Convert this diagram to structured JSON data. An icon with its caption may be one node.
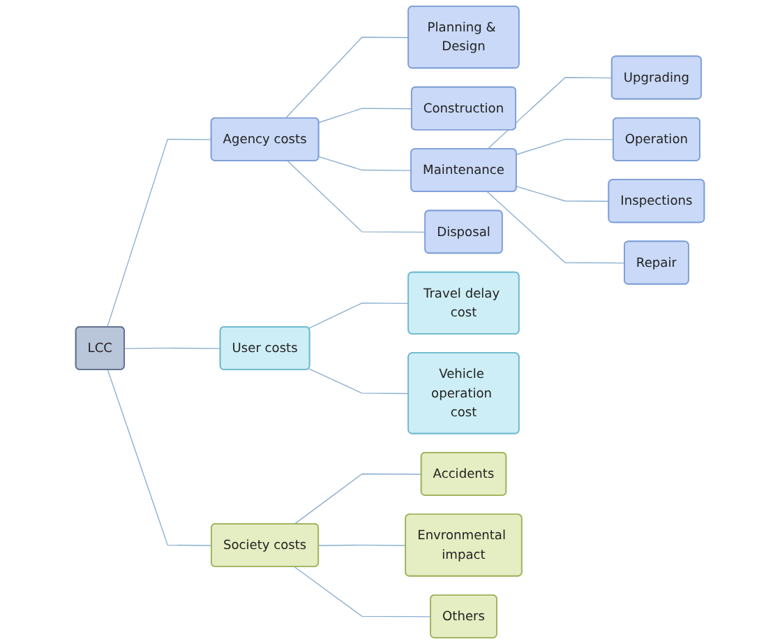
{
  "diagram": {
    "nodes": [
      {
        "text": [
          "LCC"
        ]
      },
      {
        "text": [
          "Agency costs"
        ]
      },
      {
        "text": [
          "User costs"
        ]
      },
      {
        "text": [
          "Society costs"
        ]
      },
      {
        "text": [
          "Planning & Design"
        ]
      },
      {
        "text": [
          "Construction"
        ]
      },
      {
        "text": [
          "Maintenance"
        ]
      },
      {
        "text": [
          "Disposal"
        ]
      },
      {
        "text": [
          "Upgrading"
        ]
      },
      {
        "text": [
          "Operation"
        ]
      },
      {
        "text": [
          "Inspections"
        ]
      },
      {
        "text": [
          "Repair"
        ]
      },
      {
        "text": [
          "Travel delay cost"
        ]
      },
      {
        "text": [
          "Vehicle operation cost"
        ]
      },
      {
        "text": [
          "Accidents"
        ]
      },
      {
        "text": [
          "Envronmental impact"
        ]
      },
      {
        "text": [
          "Others"
        ]
      }
    ],
    "edges": [
      {
        "from": 0,
        "to": 1,
        "arrow": "none"
      },
      {
        "from": 0,
        "to": 2,
        "arrow": "none"
      },
      {
        "from": 0,
        "to": 3,
        "arrow": "none"
      },
      {
        "from": 1,
        "to": 4,
        "arrow": "none"
      },
      {
        "from": 1,
        "to": 5,
        "arrow": "none"
      },
      {
        "from": 1,
        "to": 6,
        "arrow": "none"
      },
      {
        "from": 1,
        "to": 7,
        "arrow": "none"
      },
      {
        "from": 6,
        "to": 8,
        "arrow": "none"
      },
      {
        "from": 6,
        "to": 9,
        "arrow": "none"
      },
      {
        "from": 6,
        "to": 10,
        "arrow": "none"
      },
      {
        "from": 6,
        "to": 11,
        "arrow": "none"
      },
      {
        "from": 2,
        "to": 12,
        "arrow": "none"
      },
      {
        "from": 2,
        "to": 13,
        "arrow": "none"
      },
      {
        "from": 3,
        "to": 14,
        "arrow": "none"
      },
      {
        "from": 3,
        "to": 15,
        "arrow": "none"
      },
      {
        "from": 3,
        "to": 16,
        "arrow": "none"
      }
    ]
  }
}
